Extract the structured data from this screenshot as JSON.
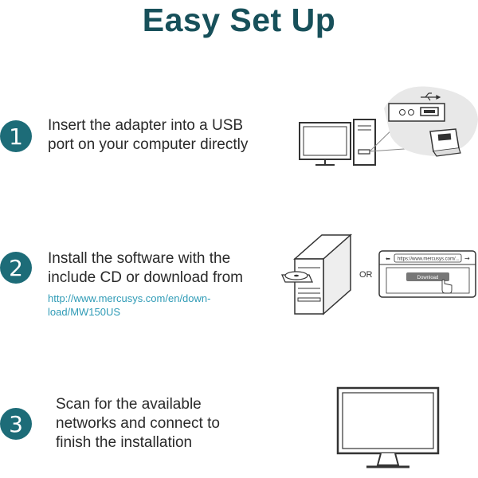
{
  "title": "Easy Set Up",
  "steps": [
    {
      "number": "1",
      "lines": [
        "Insert the adapter into a USB",
        "port on your computer directly"
      ]
    },
    {
      "number": "2",
      "lines": [
        "Install the software with the",
        "include CD or download from"
      ],
      "link_lines": [
        "http://www.mercusys.com/en/down-",
        "load/MW150US"
      ]
    },
    {
      "number": "3",
      "lines": [
        "Scan for the available",
        "networks and connect to",
        "finish the installation"
      ]
    }
  ],
  "illustration": {
    "or_label": "OR",
    "browser_url": "https://www.mercusys.com/...",
    "download_button": "Download"
  },
  "colors": {
    "title": "#17505a",
    "badge": "#1d6c78",
    "link": "#2f9bb6"
  }
}
